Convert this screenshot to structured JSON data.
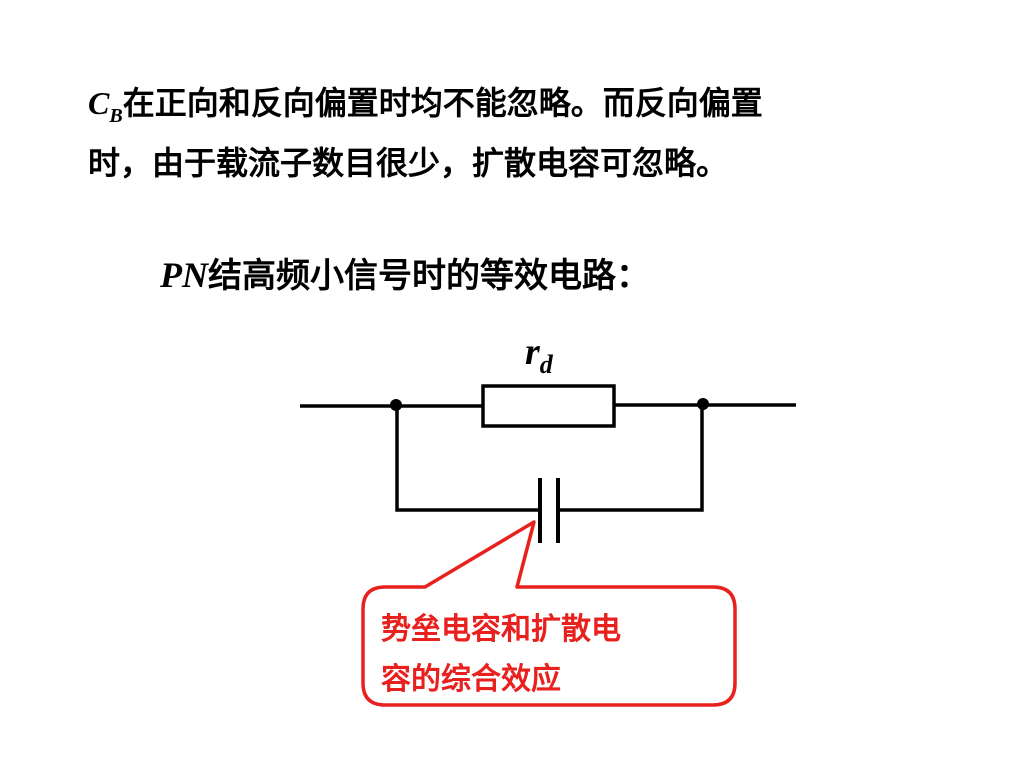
{
  "intro": {
    "line1": {
      "symbol": "C",
      "symbol_sub": "B",
      "rest": "在正向和反向偏置时均不能忽略。而反向偏置"
    },
    "line2": "时，由于载流子数目很少，扩散电容可忽略。"
  },
  "heading": {
    "prefix": "PN",
    "text": "结高频小信号时的等效电路："
  },
  "circuit": {
    "resistor_label": "r",
    "resistor_label_sub": "d"
  },
  "callout": {
    "line1": "势垒电容和扩散电",
    "line2": "容的综合效应",
    "color": "#e8201e"
  }
}
